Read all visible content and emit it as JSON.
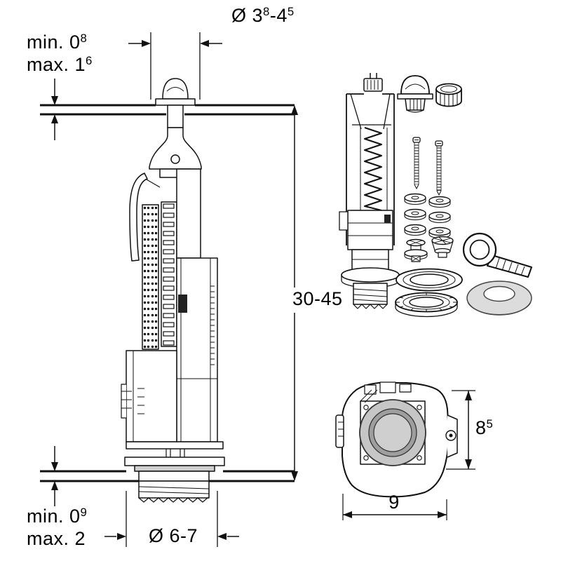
{
  "colors": {
    "line": "#111111",
    "grey_ring": "#c6c6c6",
    "dark_grey": "#9e9e9e",
    "foam_grey": "#dcdcdc",
    "gasket_grey": "#cfcfcf"
  },
  "dimensions": {
    "lid_hole_diameter": {
      "prefix": "Ø 3",
      "sup_a": "8",
      "mid": "-4",
      "sup_b": "5"
    },
    "lid_thickness_min": {
      "text": "min. 0",
      "sup": "8"
    },
    "lid_thickness_max": {
      "text": "max. 1",
      "sup": "6"
    },
    "tank_height": "30-45",
    "base_thickness_min": {
      "text": "min. 0",
      "sup": "9"
    },
    "base_thickness_max": {
      "text": "max. 2",
      "sup": ""
    },
    "base_hole_diameter": "Ø 6-7",
    "base_view_height": {
      "text": "8",
      "sup": "5"
    },
    "base_view_width": "9"
  }
}
